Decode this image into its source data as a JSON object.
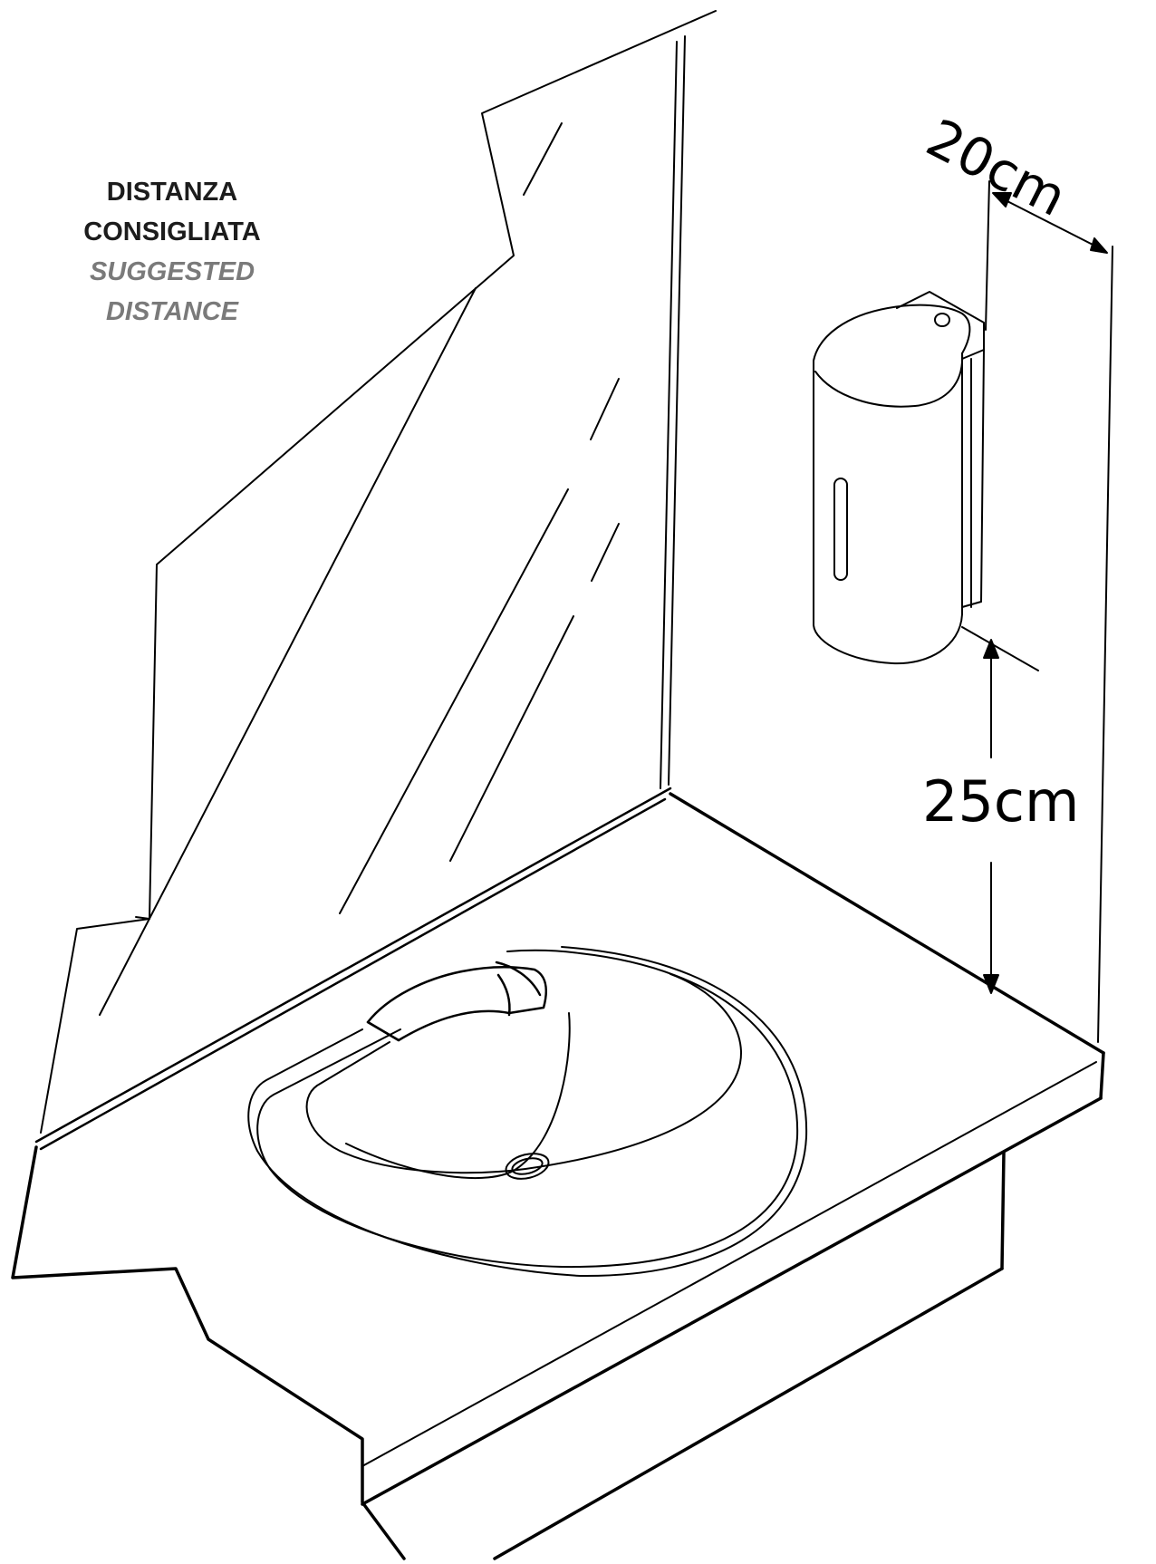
{
  "caption": {
    "it_line1": "DISTANZA",
    "it_line2": "CONSIGLIATA",
    "en_line1": "SUGGESTED",
    "en_line2": "DISTANCE"
  },
  "dimensions": {
    "width_label": "20cm",
    "height_label": "25cm"
  },
  "colors": {
    "line": "#000000",
    "caption_it": "#1c1c1c",
    "caption_en": "#7a7a7a"
  }
}
